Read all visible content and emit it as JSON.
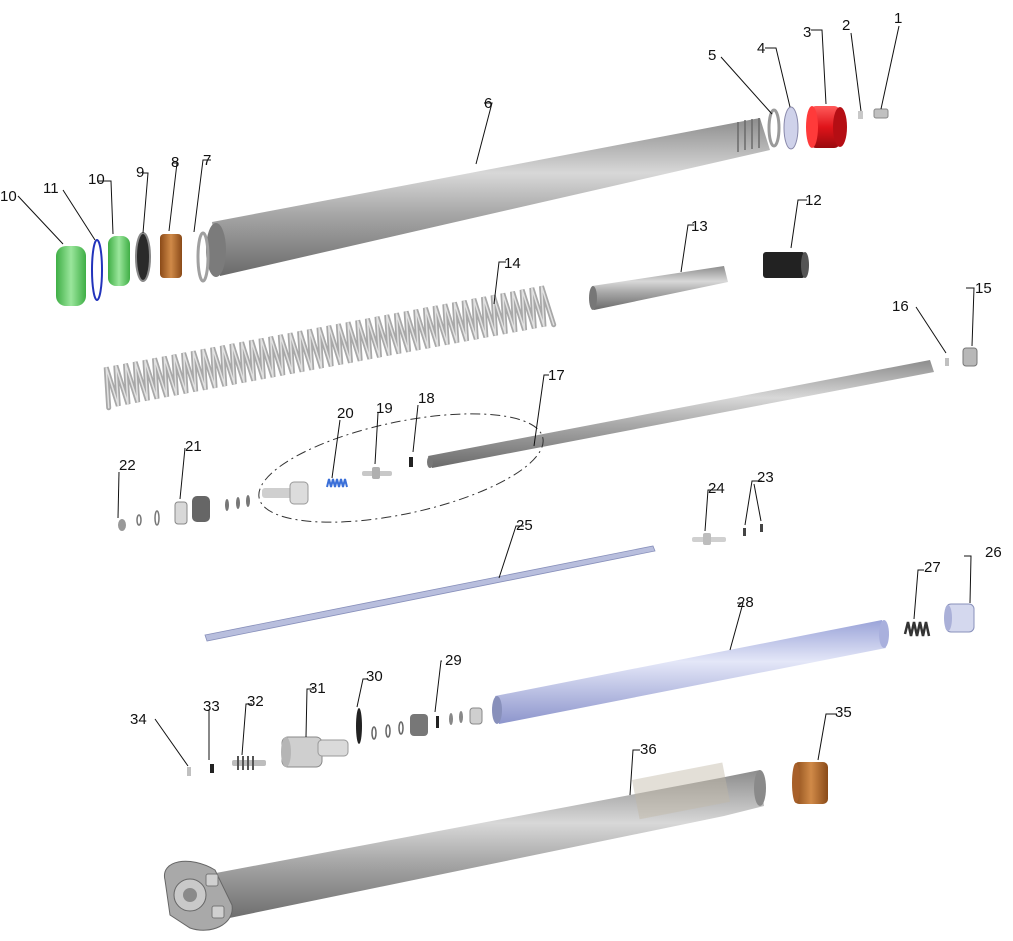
{
  "labels": {
    "p1": "1",
    "p2": "2",
    "p3": "3",
    "p4": "4",
    "p5": "5",
    "p6": "6",
    "p7": "7",
    "p8": "8",
    "p9": "9",
    "p10a": "10",
    "p10b": "10",
    "p11": "11",
    "p12": "12",
    "p13": "13",
    "p14": "14",
    "p15": "15",
    "p16": "16",
    "p17": "17",
    "p18": "18",
    "p19": "19",
    "p20": "20",
    "p21": "21",
    "p22": "22",
    "p23": "23",
    "p24": "24",
    "p25": "25",
    "p26": "26",
    "p27": "27",
    "p28": "28",
    "p29": "29",
    "p30": "30",
    "p31": "31",
    "p32": "32",
    "p33": "33",
    "p34": "34",
    "p35": "35",
    "p36": "36"
  },
  "colors": {
    "steel": "#9a9a9a",
    "steel_light": "#d0d0d0",
    "steel_dark": "#5a5a5a",
    "cap_red": "#e0141a",
    "bushing_bronze": "#b86a28",
    "seal_green": "#66d26a",
    "clip_blue": "#2233bb",
    "spring_blue": "#3a6fd8",
    "cartridge_lavender": "#b9c0e8"
  }
}
